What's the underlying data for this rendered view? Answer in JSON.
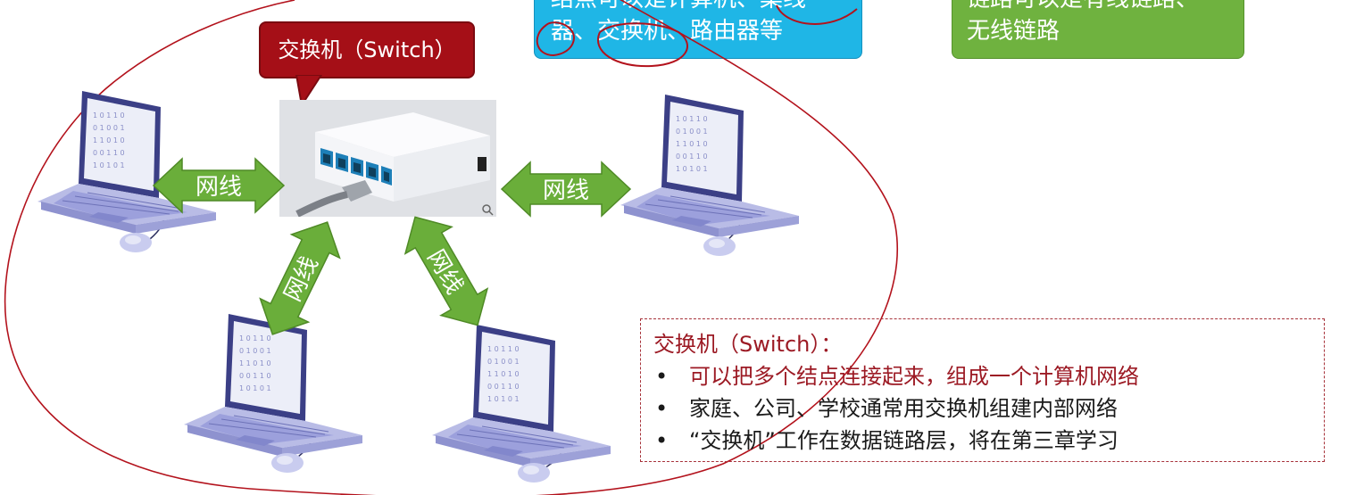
{
  "node_box": {
    "line1": "结点可以是计算机、集线",
    "line2": "器、交换机、路由器等"
  },
  "link_box": {
    "line1": "链路可以是有线链路、",
    "line2": "无线链路"
  },
  "switch_callout": "交换机（Switch）",
  "cable_label": "网线",
  "info": {
    "title": "交换机（Switch）：",
    "bullets": [
      "可以把多个结点连接起来，组成一个计算机网络",
      "家庭、公司、学校通常用交换机组建内部网络",
      "“交换机”工作在数据链路层，将在第三章学习"
    ]
  },
  "colors": {
    "node_box": "#1fb6e6",
    "link_box": "#6fb23f",
    "callout": "#a50f17",
    "arrow": "#6aae3a",
    "annotation": "#b3121c"
  }
}
